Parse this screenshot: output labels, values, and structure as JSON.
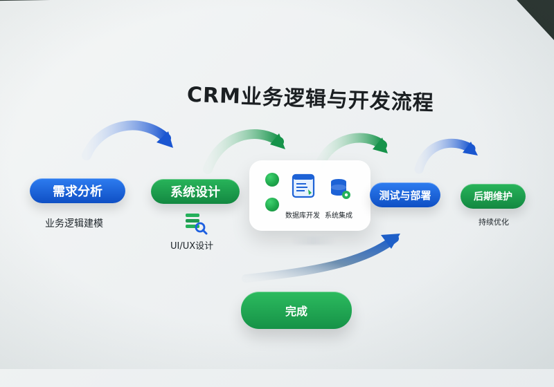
{
  "title": "CRM业务逻辑与开发流程",
  "steps": {
    "requirements": {
      "label": "需求分析",
      "sub": "业务逻辑建模"
    },
    "system_design": {
      "label": "系统设计",
      "sub": "UI/UX设计"
    },
    "development": {
      "items": [
        {
          "label": "数据库开发"
        },
        {
          "label": "系统集成"
        }
      ]
    },
    "test_deploy": {
      "label": "测试与部署"
    },
    "maintenance": {
      "label": "后期维护",
      "sub": "持续优化"
    },
    "complete": {
      "label": "完成"
    }
  },
  "colors": {
    "blue": "#1f62da",
    "green": "#1ea34e",
    "title": "#1b1f22"
  }
}
